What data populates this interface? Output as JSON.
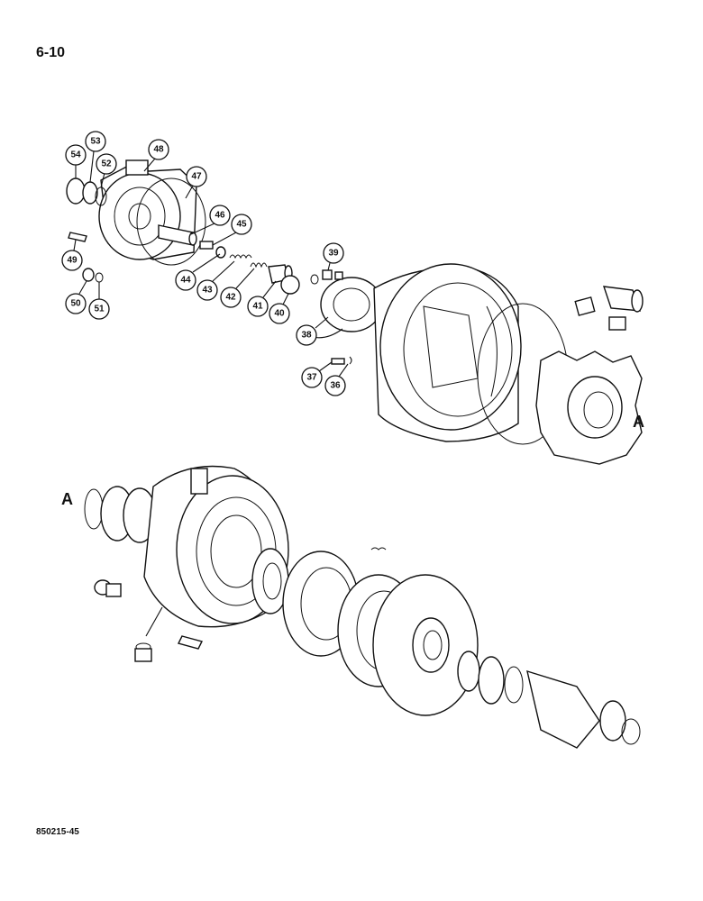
{
  "header": {
    "page_number": "6-10"
  },
  "footer": {
    "figure_code": "850215-45"
  },
  "diagram": {
    "reference_marks": [
      "A",
      "A"
    ],
    "callouts": [
      "54",
      "53",
      "52",
      "48",
      "47",
      "46",
      "45",
      "49",
      "50",
      "51",
      "44",
      "43",
      "42",
      "41",
      "40",
      "39",
      "38",
      "37",
      "36"
    ]
  }
}
